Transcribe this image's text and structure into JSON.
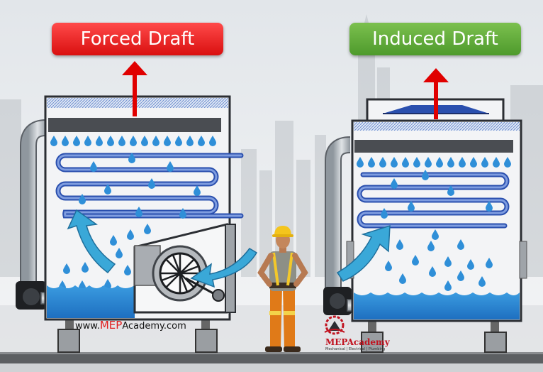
{
  "labels": {
    "forced": "Forced Draft",
    "induced": "Induced Draft"
  },
  "website": {
    "prefix": "www.",
    "accent": "MEP",
    "middle": "Academy",
    "suffix": ".com"
  },
  "logo": {
    "name": "MEPAcademy",
    "tagline": "Mechanical | Electrical | Plumbing"
  },
  "colors": {
    "forced_label": "#e31b1b",
    "induced_label": "#5ba83a",
    "water": "#2f8fd8",
    "air_arrow": "#3aa8d8",
    "exhaust_arrow": "#e00000",
    "coil": "#3a63c8"
  }
}
